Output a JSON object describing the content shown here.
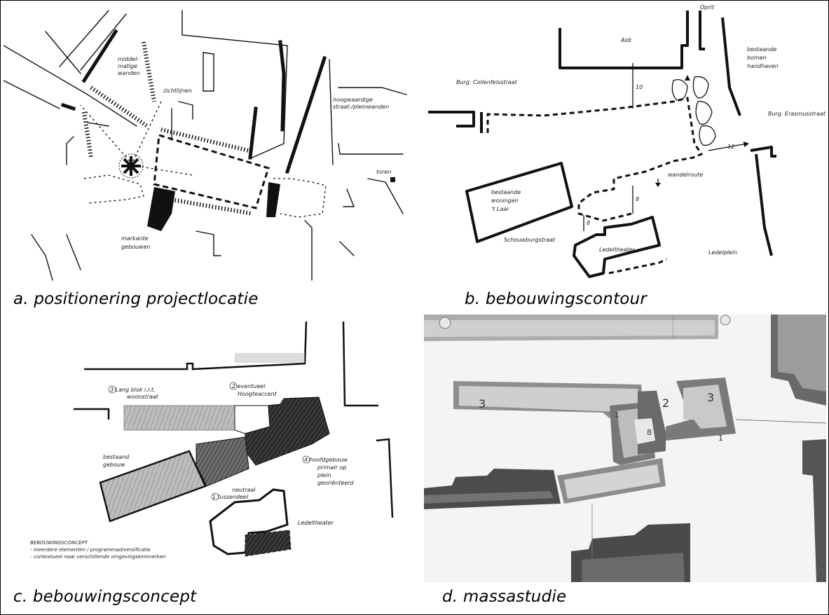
{
  "figure": {
    "panels": [
      {
        "id": "a",
        "caption": "a. positionering projectlocatie",
        "labels": {
          "middelmatige_wanden": [
            "middel-",
            "matige",
            "wanden"
          ],
          "zichtlijnen": "zichtlijnen",
          "hoogwaardige_wanden": [
            "hoogwaardige",
            "straat-/pleinwanden"
          ],
          "toren": "toren",
          "markante_gebouwen": [
            "markante",
            "gebouwen"
          ]
        }
      },
      {
        "id": "b",
        "caption": "b. bebouwingscontour",
        "labels": {
          "oprit": "Oprit",
          "aldi": "Aldi",
          "bestaande_bomen": [
            "bestaande",
            "bomen",
            "handhaven"
          ],
          "burg_collenfelsstraat": "Burg. Collenfelsstraat",
          "burg_erasmusstraat": "Burg. Erasmusstraat",
          "wandelroute": "wandelroute",
          "bestaande_woningen": [
            "bestaande",
            "woningen",
            "'t Laar"
          ],
          "schouwburgstraat": "Schouwburgstraat",
          "ledeltheater": "Ledeltheater",
          "ledelplein": "Ledelplein",
          "dim_10": "10",
          "dim_8a": "8",
          "dim_8b": "8",
          "dim_12": "12"
        }
      },
      {
        "id": "c",
        "caption": "c. bebouwingsconcept",
        "labels": {
          "langblok": [
            "3  Lang blok i.r.t.",
            "woonstraat"
          ],
          "eventueel": [
            "2  eventueel",
            "Hoogteaccent"
          ],
          "bestaand_gebouw": [
            "bestaand",
            "gebouw"
          ],
          "hoofdgebouw": [
            "4  hoofdgebouw",
            "primair op",
            "plein",
            "georiënteerd"
          ],
          "neutraal": [
            "neutraal",
            "1  tussendeel"
          ],
          "ledeltheater": "Ledeltheater",
          "concept_title": "BEBOUWINGSCONCEPT",
          "concept_line1": "- meerdere elementen / programmadiversificatie",
          "concept_line2": "- contextueel naar verschillende omgevingskenmerken"
        }
      },
      {
        "id": "d",
        "caption": "d. massastudie",
        "labels": {
          "n3_left": "3",
          "n2": "2",
          "n3_right": "3",
          "n1_left": "1",
          "n1_right": "1",
          "n8": "8"
        }
      }
    ]
  }
}
